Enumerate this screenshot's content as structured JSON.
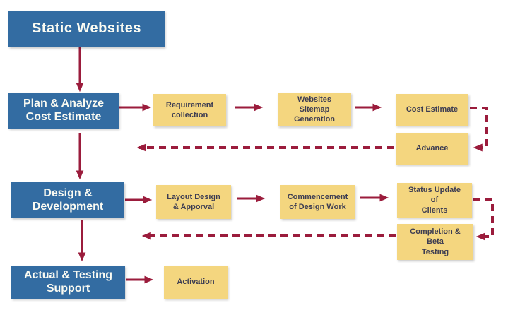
{
  "theme": {
    "blue": "#336CA2",
    "yellow": "#F4D67F",
    "arrow": "#9B1C3C",
    "dark_text": "#3C3C52",
    "light_text": "#FBFBF2",
    "background": "#FFFFFF"
  },
  "nodes": {
    "static_websites": {
      "label": "Static Websites",
      "type": "stage"
    },
    "plan_analyze": {
      "label": "Plan & Analyze\nCost Estimate",
      "type": "stage"
    },
    "requirement_collection": {
      "label": "Requirement\ncollection",
      "type": "task"
    },
    "websites_sitemap": {
      "label": "Websites\nSitemap\nGeneration",
      "type": "task"
    },
    "cost_estimate": {
      "label": "Cost Estimate",
      "type": "task"
    },
    "advance": {
      "label": "Advance",
      "type": "task"
    },
    "design_development": {
      "label": "Design &\nDevelopment",
      "type": "stage"
    },
    "layout_design": {
      "label": "Layout Design\n& Apporval",
      "type": "task"
    },
    "commencement": {
      "label": "Commencement\nof Design Work",
      "type": "task"
    },
    "status_update": {
      "label": "Status Update\nof\nClients",
      "type": "task"
    },
    "completion_beta": {
      "label": "Completion &\nBeta\nTesting",
      "type": "task"
    },
    "actual_testing": {
      "label": "Actual & Testing\nSupport",
      "type": "stage"
    },
    "activation": {
      "label": "Activation",
      "type": "task"
    }
  },
  "edges": [
    {
      "from": "static_websites",
      "to": "plan_analyze",
      "style": "solid"
    },
    {
      "from": "plan_analyze",
      "to": "requirement_collection",
      "style": "solid"
    },
    {
      "from": "requirement_collection",
      "to": "websites_sitemap",
      "style": "solid"
    },
    {
      "from": "websites_sitemap",
      "to": "cost_estimate",
      "style": "solid"
    },
    {
      "from": "cost_estimate",
      "to": "advance",
      "style": "dashed"
    },
    {
      "from": "advance",
      "to": "plan_analyze",
      "style": "dashed"
    },
    {
      "from": "plan_analyze",
      "to": "design_development",
      "style": "solid"
    },
    {
      "from": "design_development",
      "to": "layout_design",
      "style": "solid"
    },
    {
      "from": "layout_design",
      "to": "commencement",
      "style": "solid"
    },
    {
      "from": "commencement",
      "to": "status_update",
      "style": "solid"
    },
    {
      "from": "status_update",
      "to": "completion_beta",
      "style": "dashed"
    },
    {
      "from": "completion_beta",
      "to": "design_development",
      "style": "dashed"
    },
    {
      "from": "design_development",
      "to": "actual_testing",
      "style": "solid"
    },
    {
      "from": "actual_testing",
      "to": "activation",
      "style": "solid"
    }
  ]
}
